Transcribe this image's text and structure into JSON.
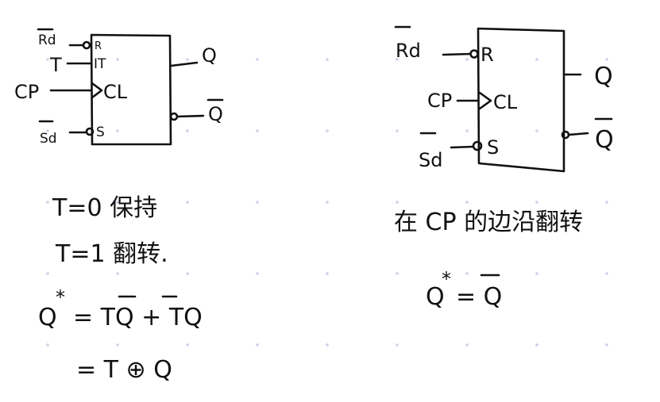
{
  "grid": {
    "dot_color": "#c9d3e6"
  },
  "ink_color": "#111111",
  "left_diagram": {
    "pins": {
      "rd": "Rd",
      "t": "T",
      "cp": "CP",
      "sd": "Sd",
      "r": "R",
      "t_in": "IT",
      "cl": "CL",
      "s": "S",
      "q": "Q",
      "qbar": "Q"
    },
    "equations": {
      "t0": "T=0 保持",
      "t1": "T=1 翻转.",
      "q_star": "Q",
      "star": "*",
      "eq1_rhs": "= TQ + TQ",
      "eq2": "= T ⊕ Q"
    }
  },
  "right_diagram": {
    "pins": {
      "rd": "Rd",
      "cp": "CP",
      "sd": "Sd",
      "r": "R",
      "cl": "CL",
      "s": "S",
      "q": "Q",
      "qbar": "Q"
    },
    "equations": {
      "note": "在 CP 的边沿翻转",
      "q_star": "Q",
      "star": "*",
      "rhs": "= Q"
    }
  }
}
